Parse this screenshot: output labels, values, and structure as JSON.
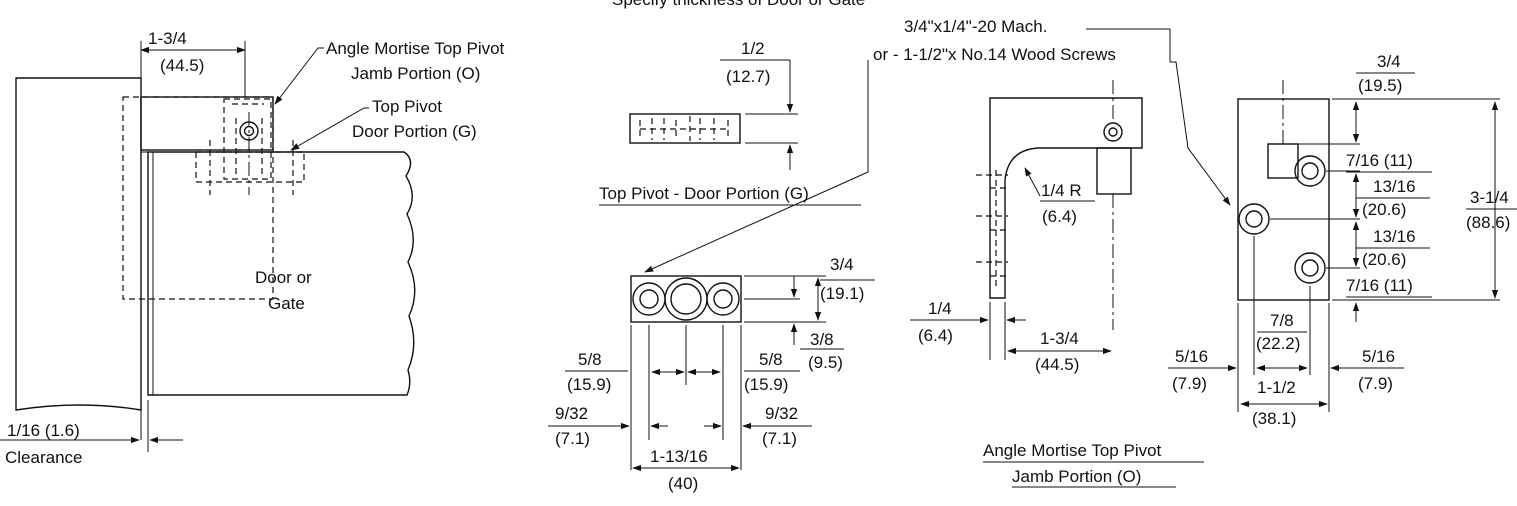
{
  "colors": {
    "ink": "#111111",
    "paper": "#ffffff"
  },
  "header_note": "Specify thickness of Door or Gate",
  "left_view": {
    "dim_top": "1-3/4",
    "dim_top_mm": "(44.5)",
    "callout_jamb_1": "Angle Mortise Top Pivot",
    "callout_jamb_2": "Jamb Portion (O)",
    "callout_door_1": "Top Pivot",
    "callout_door_2": "Door Portion (G)",
    "door_label_1": "Door or",
    "door_label_2": "Gate",
    "clearance_dim": "1/16 (1.6)",
    "clearance_label": "Clearance"
  },
  "door_portion": {
    "thickness": "1/2",
    "thickness_mm": "(12.7)",
    "caption": "Top Pivot - Door Portion (G)",
    "height": "3/4",
    "height_mm": "(19.1)",
    "offset": "3/8",
    "offset_mm": "(9.5)",
    "hole_left": "5/8",
    "hole_left_mm": "(15.9)",
    "hole_right": "5/8",
    "hole_right_mm": "(15.9)",
    "edge_left": "9/32",
    "edge_left_mm": "(7.1)",
    "edge_right": "9/32",
    "edge_right_mm": "(7.1)",
    "length": "1-13/16",
    "length_mm": "(40)"
  },
  "screws": {
    "line1": "3/4\"x1/4\"-20 Mach.",
    "line2": "or - 1-1/2\"x No.14 Wood Screws"
  },
  "jamb_side": {
    "radius": "1/4 R",
    "radius_mm": "(6.4)",
    "thickness": "1/4",
    "thickness_mm": "(6.4)",
    "reach": "1-3/4",
    "reach_mm": "(44.5)",
    "caption_1": "Angle Mortise Top Pivot",
    "caption_2": "Jamb Portion (O)"
  },
  "jamb_front": {
    "top": "3/4",
    "top_mm": "(19.5)",
    "d1": "7/16 (11)",
    "d2": "13/16",
    "d2_mm": "(20.6)",
    "d3": "13/16",
    "d3_mm": "(20.6)",
    "d4": "7/16 (11)",
    "overall": "3-1/4",
    "overall_mm": "(88.6)",
    "center": "7/8",
    "center_mm": "(22.2)",
    "margin_left": "5/16",
    "margin_left_mm": "(7.9)",
    "margin_right": "5/16",
    "margin_right_mm": "(7.9)",
    "width": "1-1/2",
    "width_mm": "(38.1)"
  }
}
